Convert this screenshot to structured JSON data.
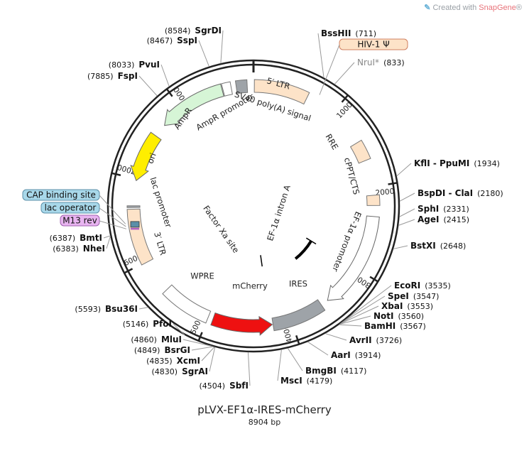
{
  "credit": {
    "prefix": "Created with ",
    "brand": "SnapGene",
    "suffix": "®",
    "icon": "snapgene-logo-icon"
  },
  "map": {
    "name": "pLVX-EF1α-IRES-mCherry",
    "length_label": "8904 bp",
    "length_bp": 8904,
    "colors": {
      "ltr": "#fde3c8",
      "gray": "#9ea3a8",
      "ampr": "#d6f5d6",
      "ori": "#ffee00",
      "mcherry": "#ee1111",
      "white": "#ffffff",
      "ring": "#222222"
    },
    "ticks": [
      {
        "label": "1000",
        "bp": 1000
      },
      {
        "label": "2000",
        "bp": 2000
      },
      {
        "label": "3000",
        "bp": 3000
      },
      {
        "label": "4000",
        "bp": 4000
      },
      {
        "label": "5000",
        "bp": 5000
      },
      {
        "label": "6000",
        "bp": 6000
      },
      {
        "label": "7000",
        "bp": 7000
      },
      {
        "label": "8000",
        "bp": 8000
      }
    ],
    "sites": [
      {
        "name": "BssHII",
        "pos": "(711)",
        "bp": 711
      },
      {
        "name": "NruI*",
        "pos": "(833)",
        "bp": 833,
        "gray": true
      },
      {
        "name": "KflI - PpuMI",
        "pos": "(1934)",
        "bp": 1934
      },
      {
        "name": "BspDI - ClaI",
        "pos": "(2180)",
        "bp": 2180
      },
      {
        "name": "SphI",
        "pos": "(2331)",
        "bp": 2331
      },
      {
        "name": "AgeI",
        "pos": "(2415)",
        "bp": 2415
      },
      {
        "name": "BstXI",
        "pos": "(2648)",
        "bp": 2648
      },
      {
        "name": "EcoRI",
        "pos": "(3535)",
        "bp": 3535
      },
      {
        "name": "SpeI",
        "pos": "(3547)",
        "bp": 3547
      },
      {
        "name": "XbaI",
        "pos": "(3553)",
        "bp": 3553
      },
      {
        "name": "NotI",
        "pos": "(3560)",
        "bp": 3560
      },
      {
        "name": "BamHI",
        "pos": "(3567)",
        "bp": 3567
      },
      {
        "name": "AvrII",
        "pos": "(3726)",
        "bp": 3726
      },
      {
        "name": "AarI",
        "pos": "(3914)",
        "bp": 3914
      },
      {
        "name": "BmgBI",
        "pos": "(4117)",
        "bp": 4117
      },
      {
        "name": "MscI",
        "pos": "(4179)",
        "bp": 4179
      },
      {
        "name": "SbfI",
        "pos": "(4504)",
        "bp": 4504
      },
      {
        "name": "SgrAI",
        "pos": "(4830)",
        "bp": 4830
      },
      {
        "name": "XcmI",
        "pos": "(4835)",
        "bp": 4835
      },
      {
        "name": "BsrGI",
        "pos": "(4849)",
        "bp": 4849
      },
      {
        "name": "MluI",
        "pos": "(4860)",
        "bp": 4860
      },
      {
        "name": "PfoI",
        "pos": "(5146)",
        "bp": 5146
      },
      {
        "name": "Bsu36I",
        "pos": "(5593)",
        "bp": 5593
      },
      {
        "name": "NheI",
        "pos": "(6383)",
        "bp": 6383
      },
      {
        "name": "BmtI",
        "pos": "(6387)",
        "bp": 6387
      },
      {
        "name": "FspI",
        "pos": "(7885)",
        "bp": 7885
      },
      {
        "name": "PvuI",
        "pos": "(8033)",
        "bp": 8033
      },
      {
        "name": "SspI",
        "pos": "(8467)",
        "bp": 8467
      },
      {
        "name": "SgrDI",
        "pos": "(8584)",
        "bp": 8584
      }
    ],
    "chips": [
      {
        "label": "HIV-1 Ψ",
        "fill": "#fde3c8",
        "stroke": "#d08060",
        "bp": 760
      },
      {
        "label": "CAP binding site",
        "fill": "#a8d8ea",
        "stroke": "#5b8fa8",
        "bp": 6480
      },
      {
        "label": "lac operator",
        "fill": "#a8d8ea",
        "stroke": "#5b8fa8",
        "bp": 6452
      },
      {
        "label": "M13 rev",
        "fill": "#e8b4f0",
        "stroke": "#a060b0",
        "bp": 6425
      }
    ],
    "features": [
      {
        "label": "5′ LTR",
        "type": "box",
        "start": 10,
        "end": 650,
        "color": "ltr"
      },
      {
        "label": "RRE",
        "type": "box",
        "start": 1450,
        "end": 1680,
        "color": "ltr"
      },
      {
        "label": "cPPT/CTS",
        "type": "box",
        "start": 2100,
        "end": 2220,
        "color": "ltr"
      },
      {
        "label": "EF-1α promoter",
        "type": "arrow",
        "start": 2350,
        "end": 3510,
        "color": "white"
      },
      {
        "label": "IRES",
        "type": "box",
        "start": 3600,
        "end": 4220,
        "color": "gray"
      },
      {
        "label": "mCherry",
        "type": "arrow-ccw",
        "start": 4230,
        "end": 4940,
        "color": "mcherry"
      },
      {
        "label": "WPRE",
        "type": "box",
        "start": 5000,
        "end": 5590,
        "color": "white"
      },
      {
        "label": "3′ LTR",
        "type": "box",
        "start": 5990,
        "end": 6640,
        "color": "ltr"
      },
      {
        "label": "lac promoter",
        "type": "box",
        "start": 6660,
        "end": 6680,
        "color": "gray"
      },
      {
        "label": "ori",
        "type": "arrow-ccw",
        "start": 6980,
        "end": 7560,
        "color": "ori"
      },
      {
        "label": "AmpR",
        "type": "arrow-ccw",
        "start": 7720,
        "end": 8530,
        "color": "ampr"
      },
      {
        "label": "AmpR promoter",
        "type": "box",
        "start": 8540,
        "end": 8640,
        "color": "white"
      },
      {
        "label": "SV40 poly(A) signal",
        "type": "box",
        "start": 8700,
        "end": 8830,
        "color": "gray"
      },
      {
        "label": "EF-1α intron A",
        "type": "inner-arc",
        "start": 3000,
        "end": 3500
      },
      {
        "label": "Factor Xa site",
        "type": "inner-tick",
        "bp": 4250
      }
    ]
  }
}
